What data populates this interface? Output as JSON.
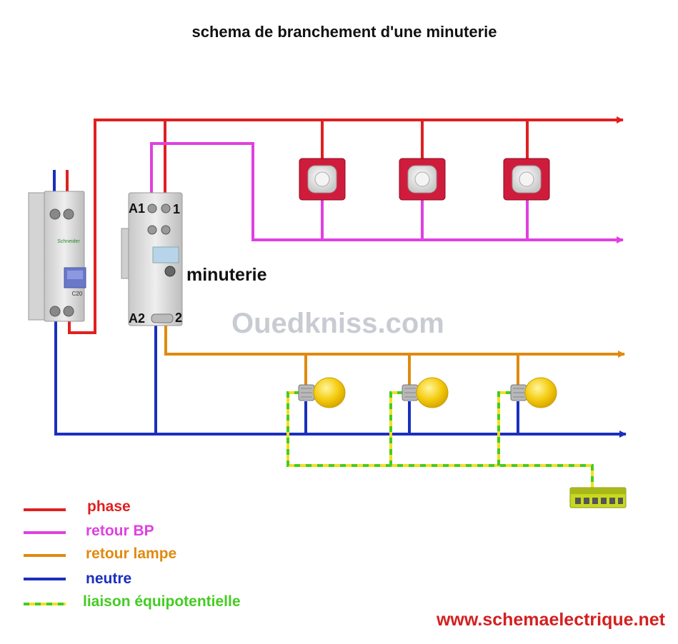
{
  "title": "schema de branchement d'une minuterie",
  "components": {
    "breaker": {
      "brand": "Schneider",
      "rating": "C20"
    },
    "timer": {
      "label": "minuterie",
      "terminal_a1": "A1",
      "terminal_1": "1",
      "terminal_a2": "A2",
      "terminal_2": "2"
    },
    "push_buttons": {
      "count": 3
    },
    "lamps": {
      "count": 3
    }
  },
  "watermark": "Ouedkniss.com",
  "legend": [
    {
      "key": "phase",
      "label": "phase",
      "color": "#e02020",
      "style": "solid"
    },
    {
      "key": "retour_bp",
      "label": "retour BP",
      "color": "#e040e0",
      "style": "solid"
    },
    {
      "key": "retour_lampe",
      "label": "retour lampe",
      "color": "#e08a10",
      "style": "solid"
    },
    {
      "key": "neutre",
      "label": "neutre",
      "color": "#1a2fbf",
      "style": "solid"
    },
    {
      "key": "liaison",
      "label": "liaison équipotentielle",
      "color": "#44cc22",
      "style": "dashed-yellow-green"
    }
  ],
  "footer_url": "www.schemaelectrique.net",
  "colors": {
    "phase": "#e02020",
    "retour_bp": "#e040e0",
    "retour_lampe": "#e08a10",
    "neutre": "#1a2fbf",
    "earth_green": "#44cc22",
    "earth_yellow": "#f0e020",
    "footer": "#d42020",
    "button_red": "#d01c3c",
    "lamp_yellow": "#f5cc10"
  }
}
